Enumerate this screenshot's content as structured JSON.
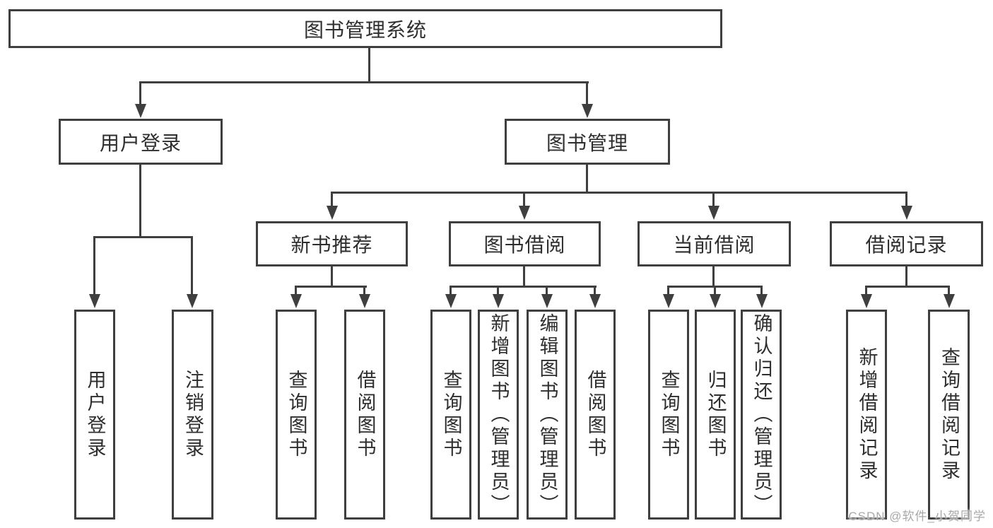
{
  "colors": {
    "line": "#3f3f3f",
    "node_border": "#3f3f3f",
    "text": "#2e2e2e",
    "background": "#ffffff",
    "watermark": "#a8a8a8"
  },
  "diagram": {
    "root": {
      "label": "图书管理系统"
    },
    "level2": [
      {
        "label": "用户登录"
      },
      {
        "label": "图书管理"
      }
    ],
    "level3": [
      {
        "label": "新书推荐"
      },
      {
        "label": "图书借阅"
      },
      {
        "label": "当前借阅"
      },
      {
        "label": "借阅记录"
      }
    ],
    "leaves": {
      "user_login": [
        "用户登录",
        "注销登录"
      ],
      "new_books": [
        "查询图书",
        "借阅图书"
      ],
      "book_borrow": [
        "查询图书",
        "新增图书（管理员）",
        "编辑图书（管理员）",
        "借阅图书"
      ],
      "current_borrow": [
        "查询图书",
        "归还图书",
        "确认归还（管理员）"
      ],
      "borrow_records": [
        "新增借阅记录",
        "查询借阅记录"
      ]
    },
    "watermark": "CSDN @软件_小贺同学"
  }
}
